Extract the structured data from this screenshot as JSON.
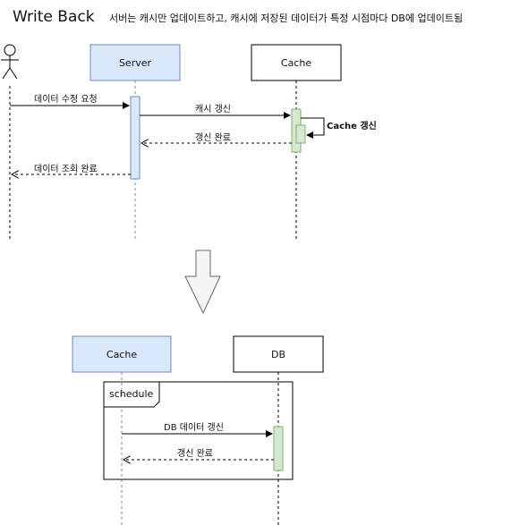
{
  "title": "Write Back",
  "subtitle": "서버는 캐시만 업데이트하고, 캐시에 저장된 데이터가 특정 시점마다 DB에 업데이트됨",
  "top_diagram": {
    "participants": {
      "server": "Server",
      "cache": "Cache"
    },
    "messages": {
      "request": "데이터 수정 요청",
      "cache_update": "캐시 갱신",
      "self_update": "Cache 갱신",
      "update_done": "갱신 완료",
      "query_done": "데이터 조회 완료"
    }
  },
  "bottom_diagram": {
    "participants": {
      "cache": "Cache",
      "db": "DB"
    },
    "frame_label": "schedule",
    "messages": {
      "db_update": "DB 데이터 갱신",
      "update_done": "갱신 완료"
    }
  },
  "colors": {
    "server_fill": "#dae8fc",
    "server_stroke": "#6c8ebf",
    "activation_green_fill": "#d5e8d4",
    "activation_green_stroke": "#82b366",
    "lifeline_blue": "#6c8ebf"
  }
}
